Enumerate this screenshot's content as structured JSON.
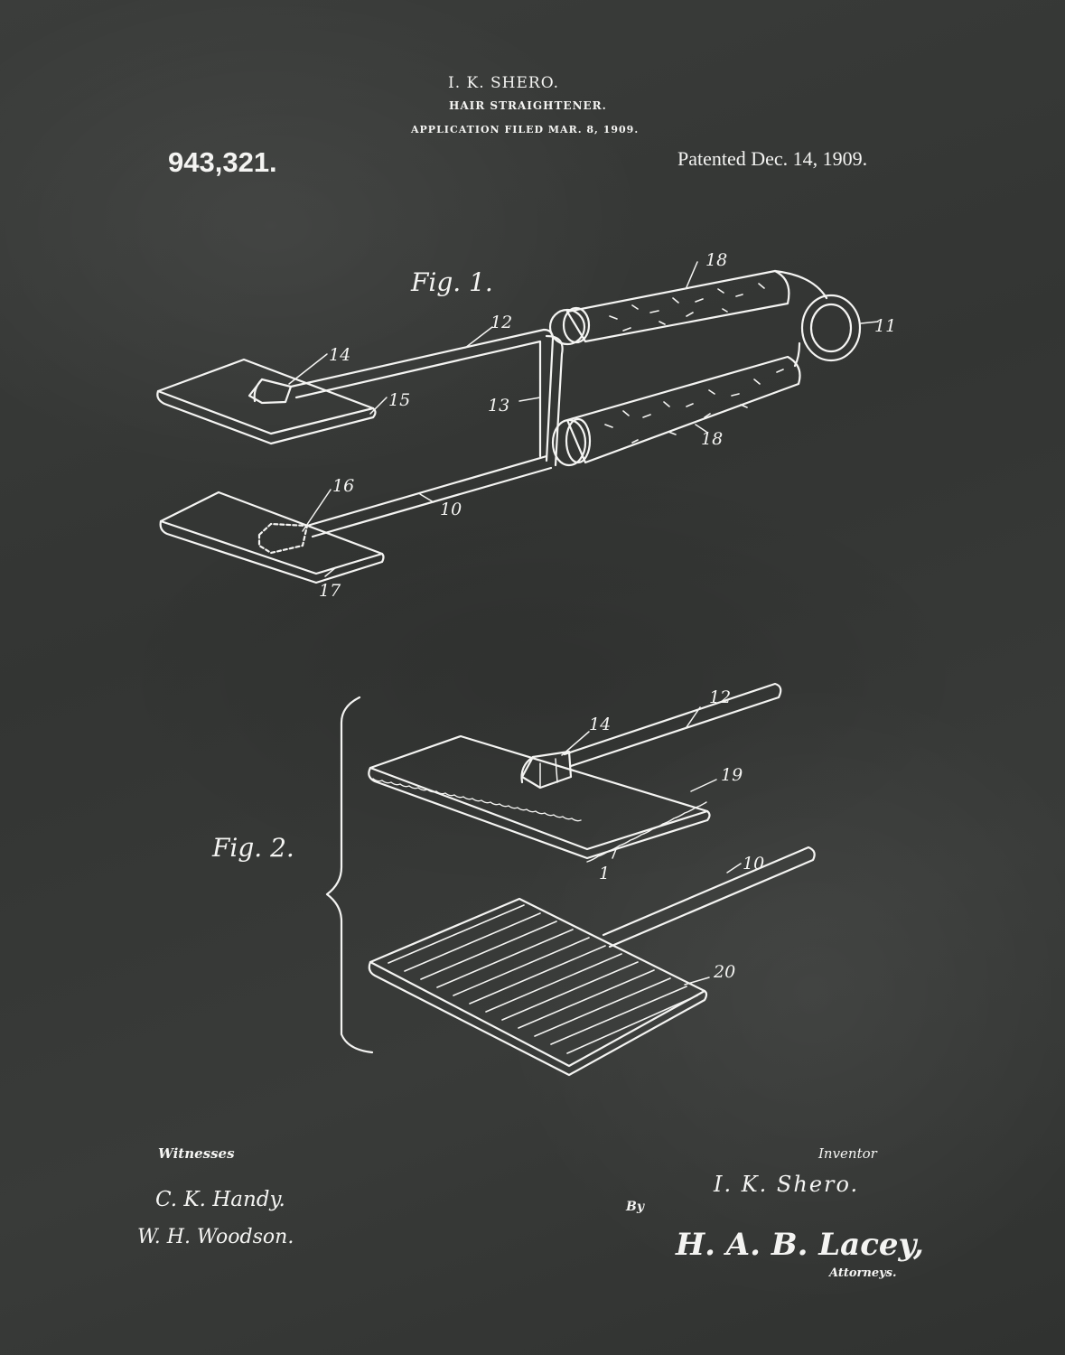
{
  "header": {
    "inventor": "I. K. SHERO.",
    "title": "HAIR STRAIGHTENER.",
    "filed": "APPLICATION FILED MAR. 8, 1909.",
    "patent_number": "943,321.",
    "patented": "Patented Dec. 14, 1909."
  },
  "figures": {
    "fig1": "Fig. 1.",
    "fig2": "Fig. 2."
  },
  "references": {
    "r18a": "18",
    "r11": "11",
    "r12": "12",
    "r14": "14",
    "r15": "15",
    "r13": "13",
    "r18b": "18",
    "r16": "16",
    "r10": "10",
    "r17": "17",
    "f2_12": "12",
    "f2_14": "14",
    "f2_19": "19",
    "f2_1": "1",
    "f2_10": "10",
    "f2_20": "20"
  },
  "footer": {
    "witnesses_label": "Witnesses",
    "witness_1": "C. K. Handy.",
    "witness_2": "W. H. Woodson.",
    "inventor_label": "Inventor",
    "inventor_signature": "I. K. Shero.",
    "by_label": "By",
    "attorney_signature": "H. A. B. Lacey,",
    "attorney_label": "Attorneys."
  },
  "colors": {
    "background": "#363836",
    "ink": "#f4f4f2"
  }
}
